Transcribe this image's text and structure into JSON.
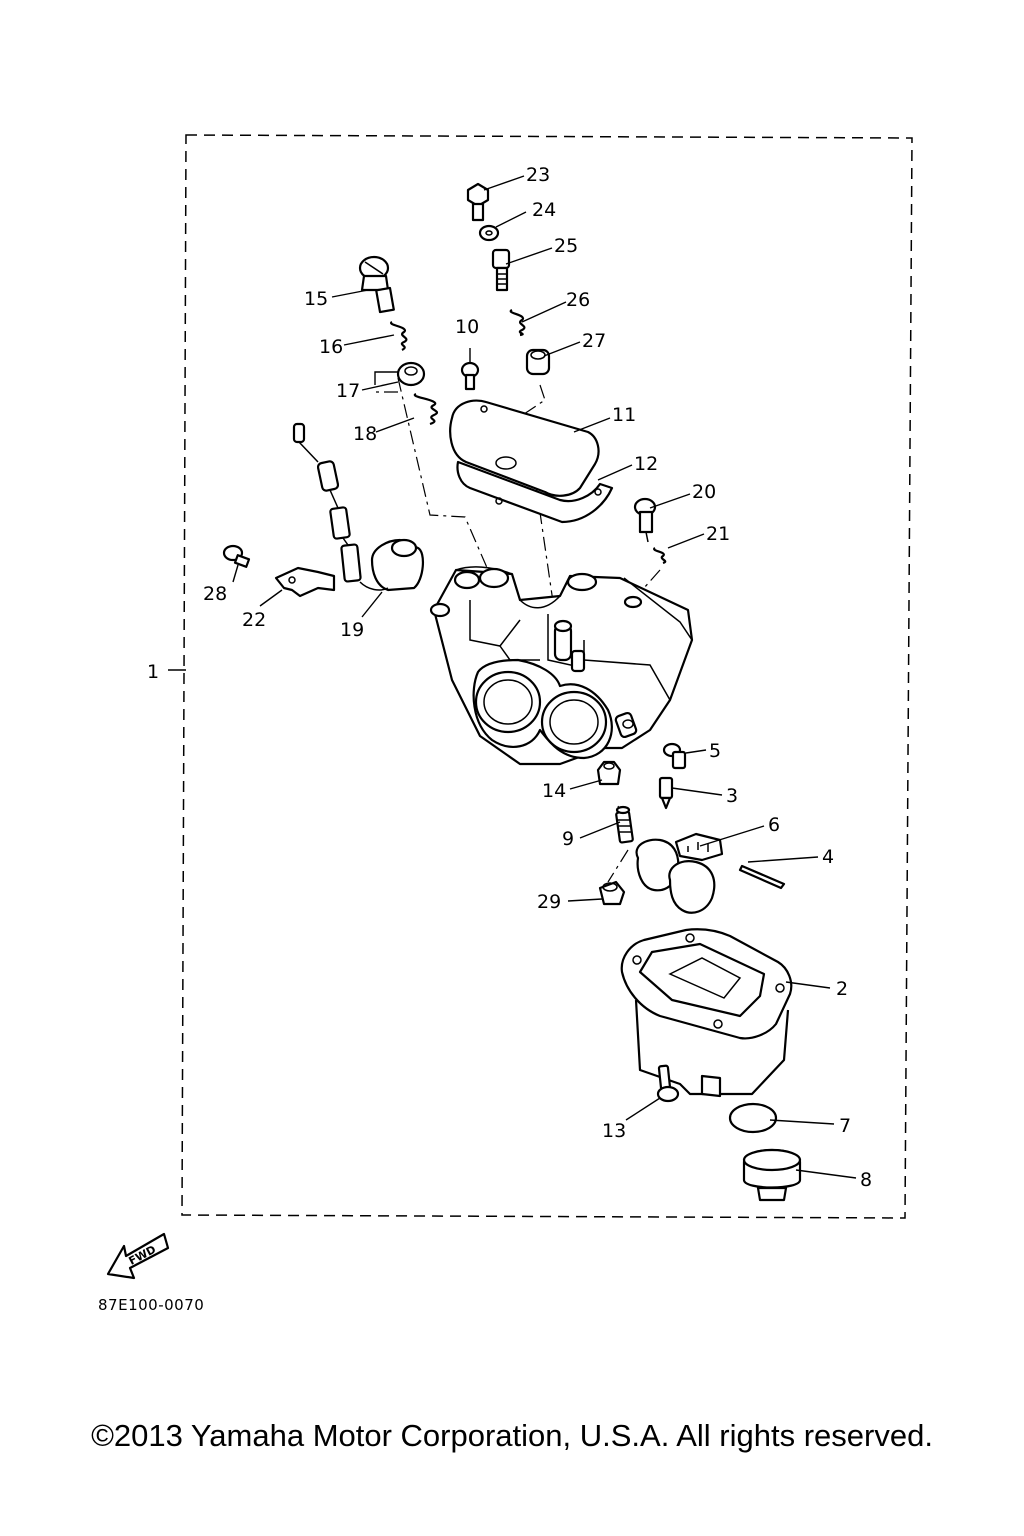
{
  "labels": {
    "p1": "1",
    "p2": "2",
    "p3": "3",
    "p4": "4",
    "p5": "5",
    "p6": "6",
    "p7": "7",
    "p8": "8",
    "p9": "9",
    "p10": "10",
    "p11": "11",
    "p12": "12",
    "p13": "13",
    "p14": "14",
    "p15": "15",
    "p16": "16",
    "p17": "17",
    "p18": "18",
    "p19": "19",
    "p20": "20",
    "p21": "21",
    "p22": "22",
    "p23": "23",
    "p24": "24",
    "p25": "25",
    "p26": "26",
    "p27": "27",
    "p28": "28",
    "p29": "29"
  },
  "fwd_label": "FWD",
  "diagram_code": "87E100-0070",
  "copyright": "©2013 Yamaha Motor Corporation, U.S.A. All rights reserved."
}
